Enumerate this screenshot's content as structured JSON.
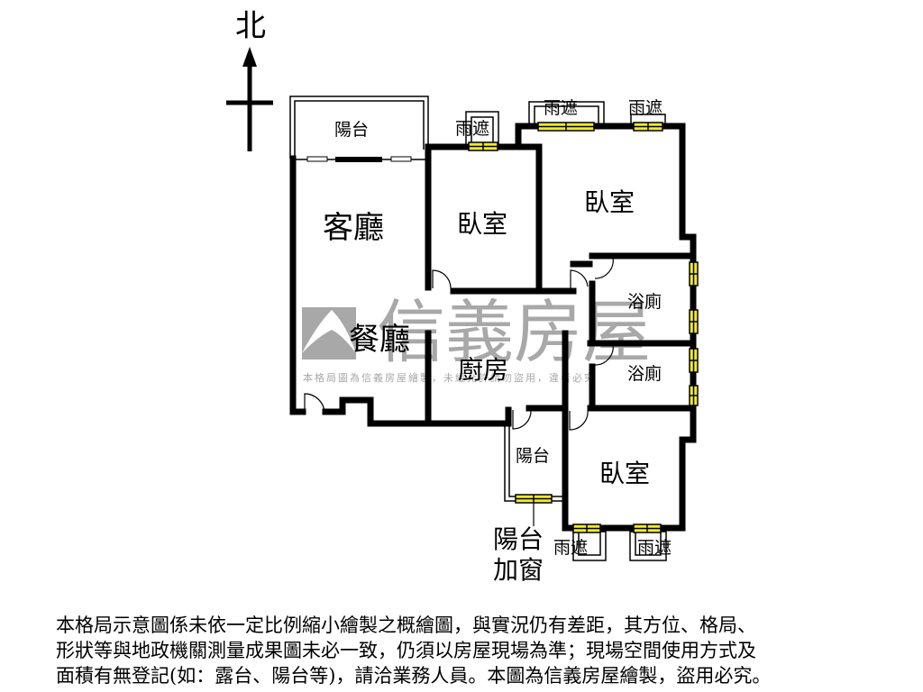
{
  "compass": {
    "label": "北",
    "direction": "north"
  },
  "rooms": {
    "balcony_north": "陽台",
    "living_room": "客廳",
    "bedroom_1": "臥室",
    "bedroom_2": "臥室",
    "bathroom_1": "浴廁",
    "bathroom_2": "浴廁",
    "dining_room": "餐廳",
    "kitchen": "廚房",
    "balcony_south": "陽台",
    "bedroom_3": "臥室"
  },
  "awnings": {
    "label": "雨遮",
    "items": [
      "雨遮",
      "雨遮",
      "雨遮",
      "雨遮",
      "雨遮"
    ]
  },
  "annotation": {
    "line1": "陽台",
    "line2": "加窗"
  },
  "watermark": {
    "brand": "信義房屋",
    "notice": "本格局圖為信義房屋繪製，未經允許請勿盜用，違者必究"
  },
  "disclaimer": {
    "lines": [
      "本格局示意圖係未依一定比例縮小繪製之概繪圖，與實況仍有差距，其方位、格局、",
      "形狀等與地政機關測量成果圖未必一致，仍須以房屋現場為準；現場空間使用方式及",
      "面積有無登記(如：露台、陽台等)，請洽業務人員。本圖為信義房屋繪製，盜用必究。"
    ]
  },
  "colors": {
    "wall": "#000000",
    "window_fill": "#f2ea2a",
    "watermark": "#a8a8a8",
    "background": "#ffffff"
  }
}
